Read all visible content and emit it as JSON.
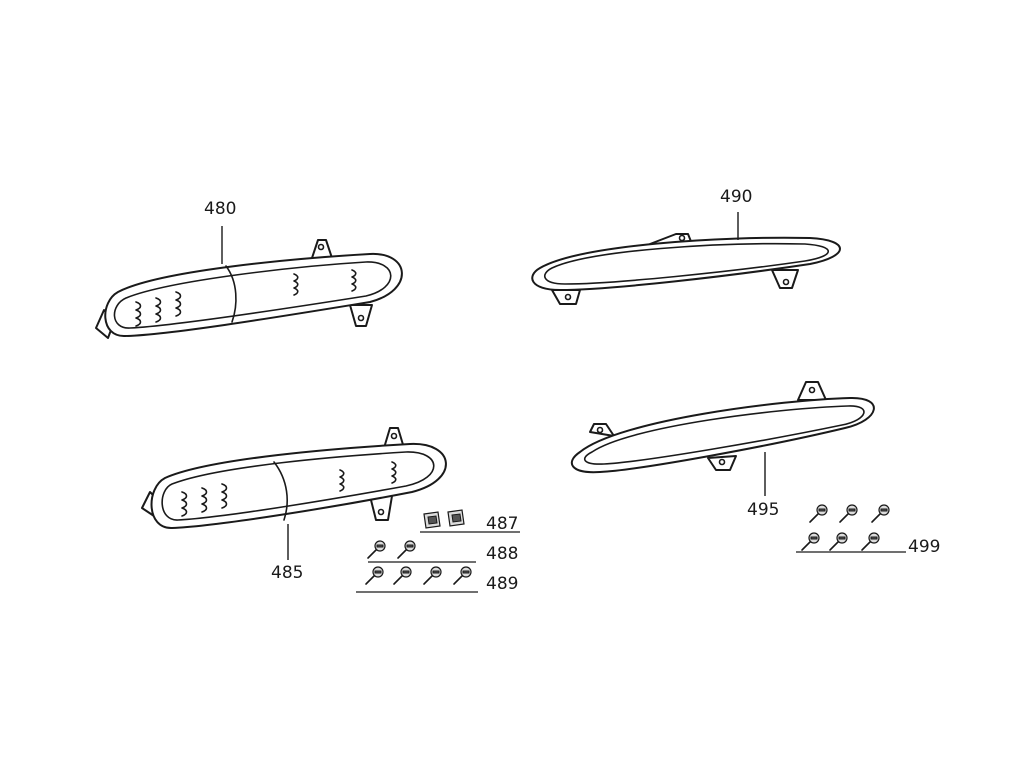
{
  "callouts": {
    "p480": "480",
    "p485": "485",
    "p487": "487",
    "p488": "488",
    "p489": "489",
    "p490": "490",
    "p495": "495",
    "p499": "499"
  },
  "hardware_counts": {
    "p487_clips": 2,
    "p488_screws": 2,
    "p489_screws": 4,
    "p499_screws": 6
  }
}
